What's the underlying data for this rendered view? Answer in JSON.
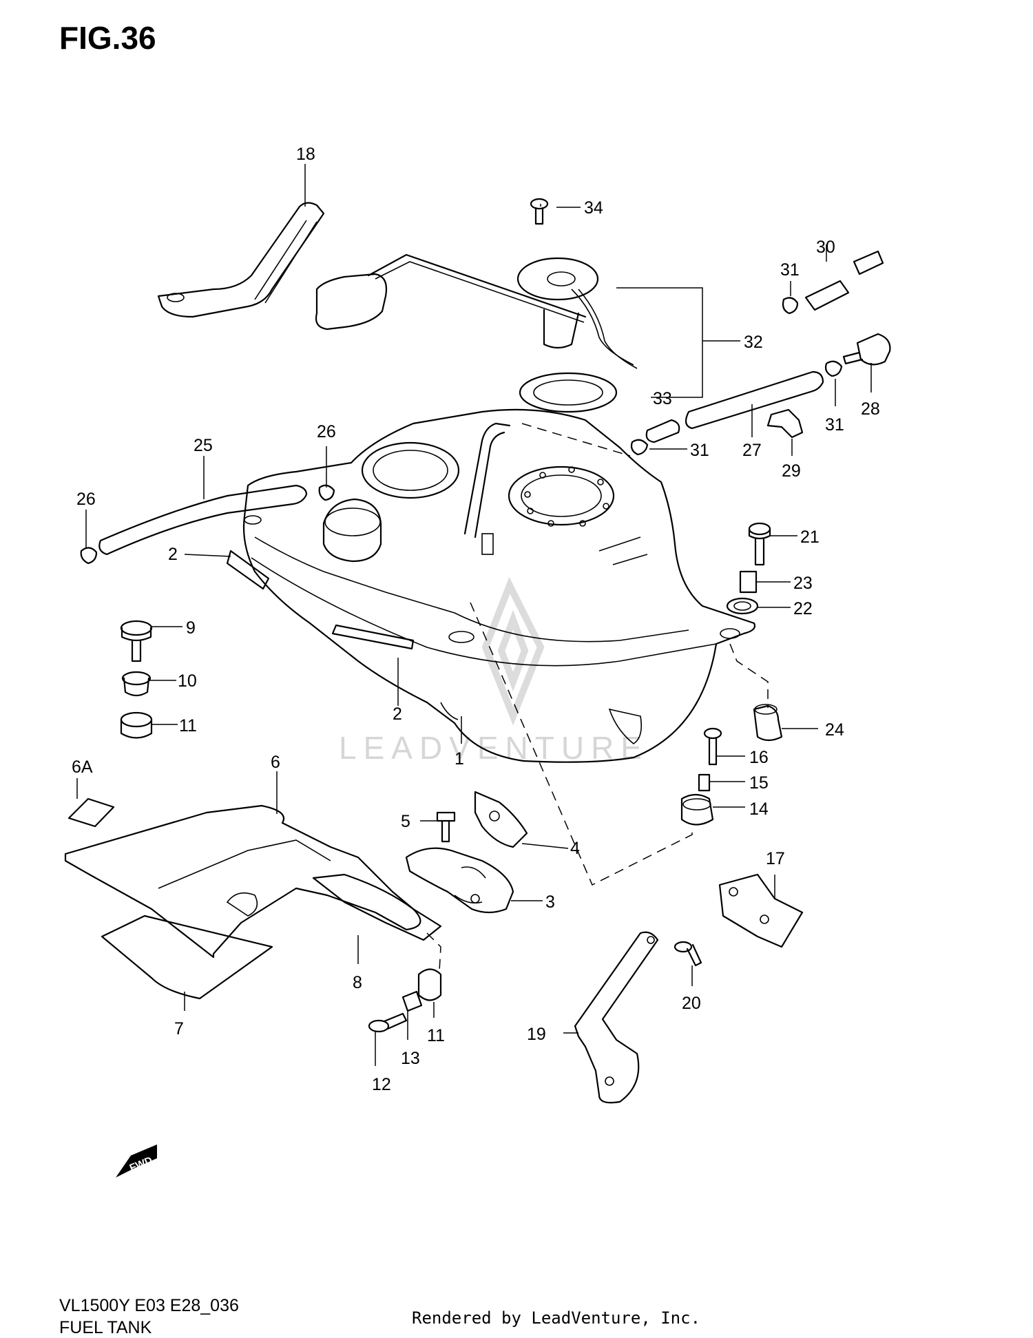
{
  "header": {
    "figure_label": "FIG.36"
  },
  "footer": {
    "model_code": "VL1500Y E03 E28_036",
    "diagram_title": "FUEL TANK",
    "rendered_by": "Rendered by LeadVenture, Inc."
  },
  "watermark": {
    "text": "LEADVENTURE",
    "color": "#d6d6d6"
  },
  "fwd_badge": {
    "text": "FWD"
  },
  "callouts": {
    "c1": "1",
    "c2a": "2",
    "c2b": "2",
    "c3": "3",
    "c4": "4",
    "c5": "5",
    "c6": "6",
    "c6a": "6A",
    "c7": "7",
    "c8": "8",
    "c9": "9",
    "c10": "10",
    "c11a": "11",
    "c11b": "11",
    "c12": "12",
    "c13": "13",
    "c14": "14",
    "c15": "15",
    "c16": "16",
    "c17": "17",
    "c18": "18",
    "c19": "19",
    "c20": "20",
    "c21": "21",
    "c22": "22",
    "c23": "23",
    "c24": "24",
    "c25": "25",
    "c26a": "26",
    "c26b": "26",
    "c27": "27",
    "c28": "28",
    "c29": "29",
    "c30": "30",
    "c31a": "31",
    "c31b": "31",
    "c31c": "31",
    "c32": "32",
    "c33": "33",
    "c34": "34"
  }
}
